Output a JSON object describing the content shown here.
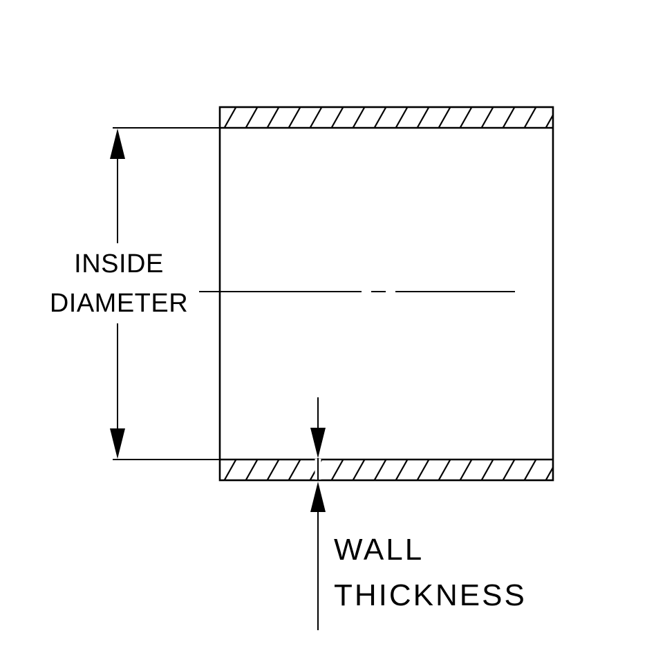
{
  "diagram": {
    "colors": {
      "line": "#000000",
      "background": "#ffffff"
    },
    "labels": {
      "inside_diameter": {
        "line1": "INSIDE",
        "line2": "DIAMETER"
      },
      "wall_thickness": {
        "line1": "WALL",
        "line2": "THICKNESS"
      }
    }
  }
}
